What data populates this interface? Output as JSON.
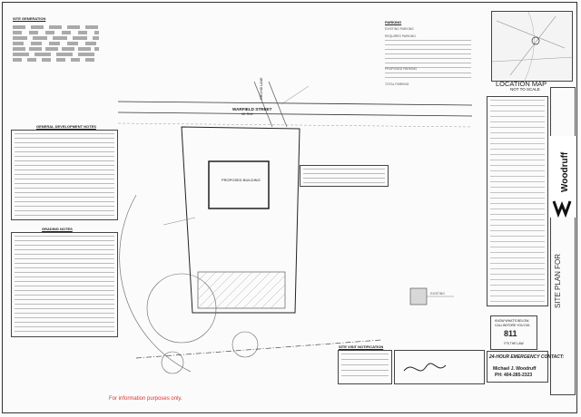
{
  "notes": {
    "site_generation_title": "SITE GENERATION",
    "parking_title": "PARKING",
    "existing_parking_label": "EXISTING PARKING",
    "required_parking_label": "REQUIRED PARKING",
    "proposed_parking_label": "PROPOSED PARKING",
    "total_parking_label": "TOTAL PARKING",
    "general_development_title": "GENERAL DEVELOPMENT NOTES",
    "grading_title": "GRADING NOTES",
    "erosion_title": "EROSION CONTROL NOTES",
    "site_visit_title": "SITE VISIT NOTIFICATION"
  },
  "site": {
    "street_label": "WARFIELD STREET",
    "street_row": "40' R/W",
    "lane_label": "ORCHID LANE",
    "existing_label": "EXISTING",
    "building_label": "PROPOSED BUILDING"
  },
  "location_map": {
    "title": "LOCATION MAP",
    "subtitle": "NOT TO SCALE"
  },
  "contact": {
    "title": "24-HOUR EMERGENCY CONTACT:",
    "name": "Michael J. Woodruff",
    "phone": "PH: 404-285-2323"
  },
  "dig": {
    "line1": "KNOW WHAT'S BELOW.",
    "line2": "CALL BEFORE YOU DIG.",
    "number": "811",
    "line3": "IT'S THE LAW"
  },
  "title_block": {
    "company": "Woodruff",
    "sheet_title": "SITE PLAN FOR"
  },
  "footer": {
    "watermark": "For information purposes only."
  }
}
